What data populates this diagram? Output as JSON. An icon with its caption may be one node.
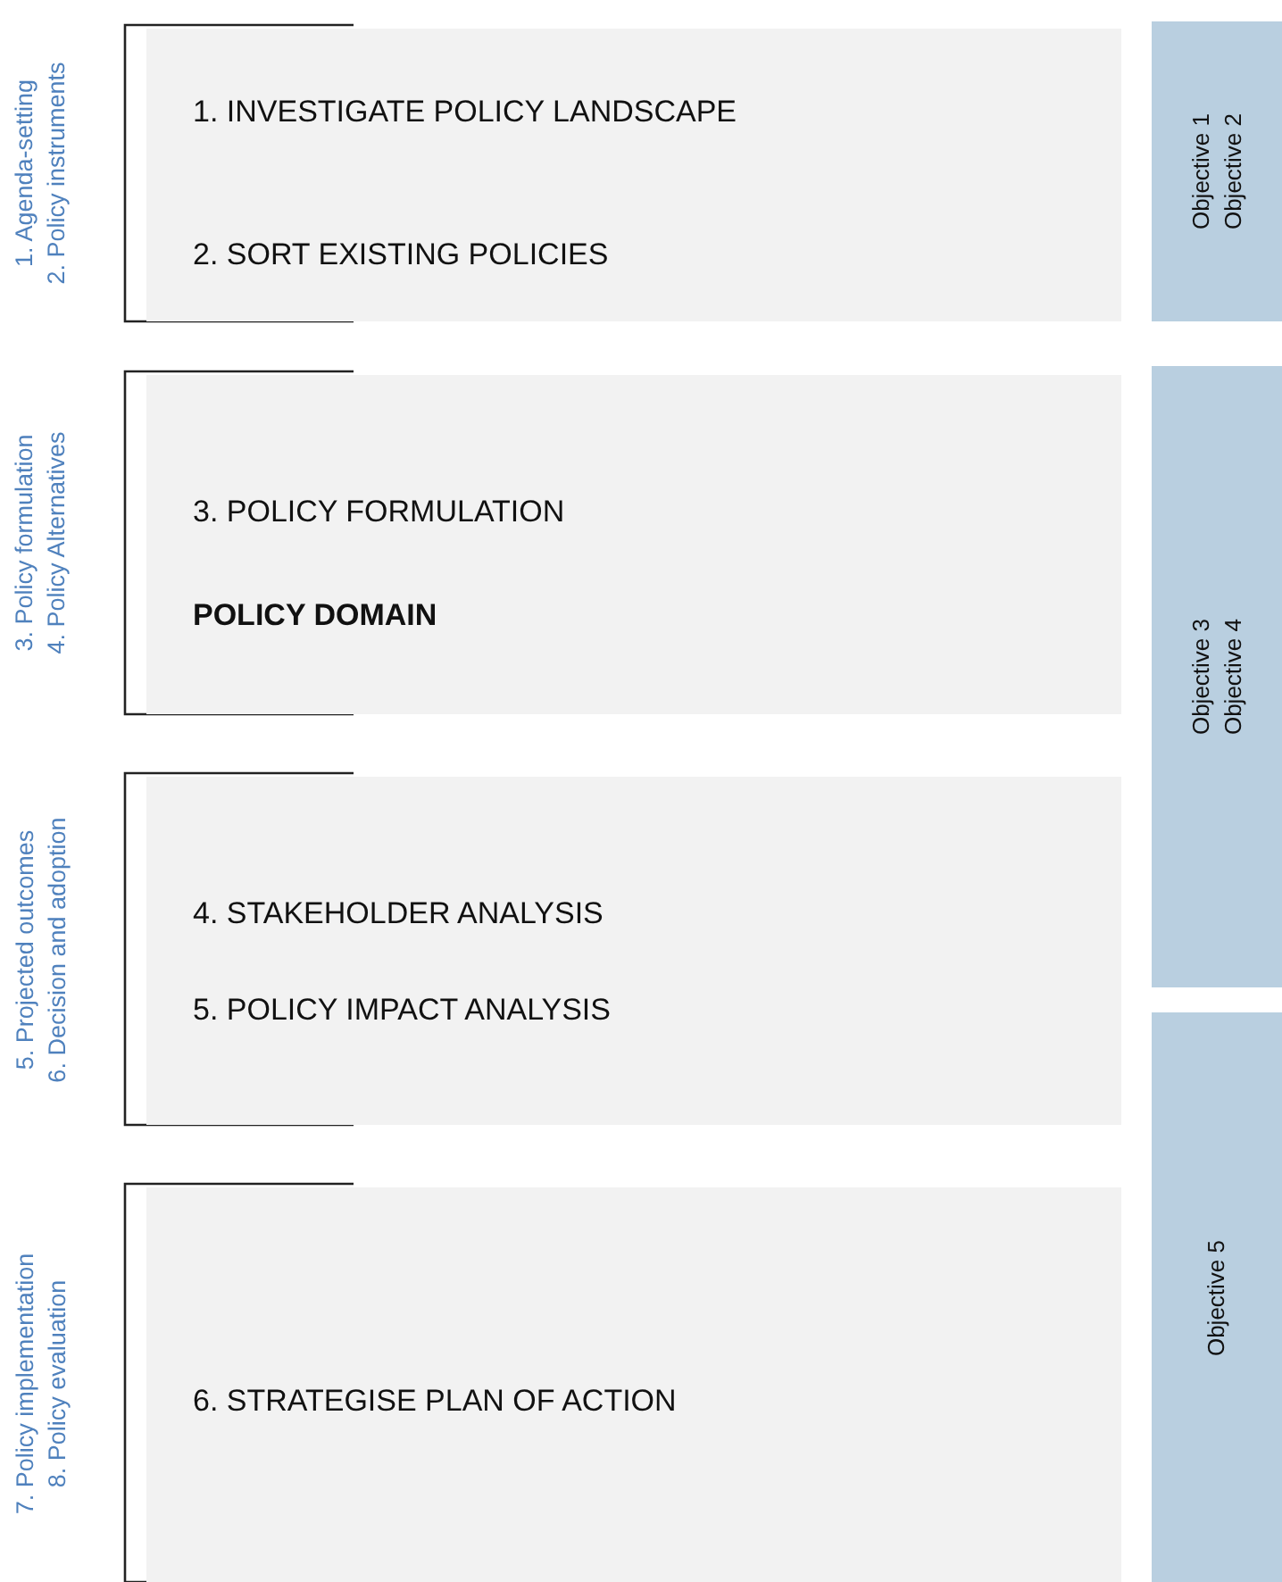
{
  "diagram": {
    "nodes": [
      {
        "text": [
          "1. INVESTIGATE POLICY LANDSCAPE",
          "2. SORT EXISTING POLICIES"
        ],
        "beside": [
          "1. Agenda-setting",
          "2. Policy instruments"
        ]
      },
      {
        "text": [
          "3. POLICY FORMULATION",
          "POLICY DOMAIN"
        ],
        "beside": [
          "3. Policy formulation",
          "4. Policy Alternatives"
        ]
      },
      {
        "text": [
          "4. STAKEHOLDER ANALYSIS",
          "5. POLICY IMPACT ANALYSIS"
        ],
        "beside": [
          "5. Projected outcomes",
          "6. Decision and adoption"
        ]
      },
      {
        "text": [
          "6. STRATEGISE PLAN OF ACTION"
        ],
        "beside": [
          "7. Policy implementation",
          "8. Policy evaluation"
        ]
      },
      {
        "text": [
          "Objective 1",
          "Objective 2"
        ]
      },
      {
        "text": [
          "Objective 3",
          "Objective 4"
        ]
      },
      {
        "text": [
          "Objective 5"
        ]
      }
    ],
    "edges": []
  }
}
